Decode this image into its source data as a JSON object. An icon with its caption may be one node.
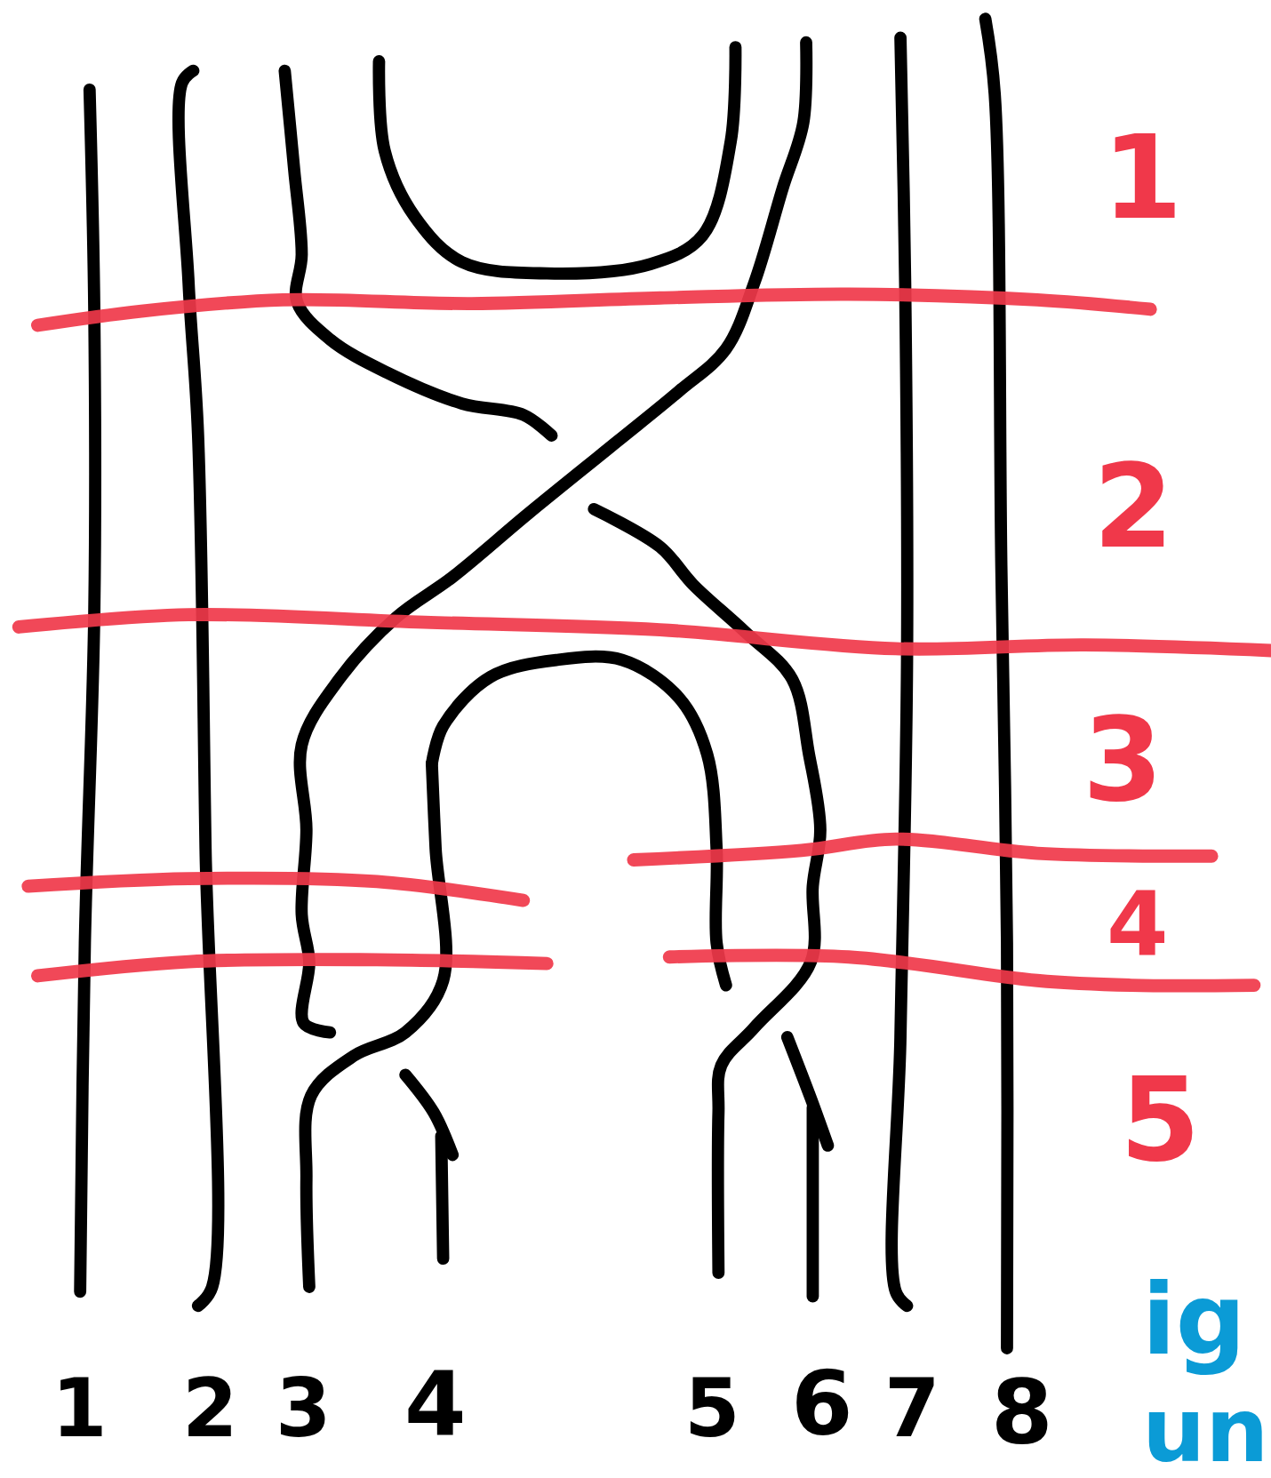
{
  "diagram": {
    "labels": [
      "1",
      "2",
      "3",
      "4",
      "5",
      "6",
      "7",
      "8",
      "1",
      "2",
      "3",
      "4",
      "5",
      "ig",
      "un"
    ]
  }
}
